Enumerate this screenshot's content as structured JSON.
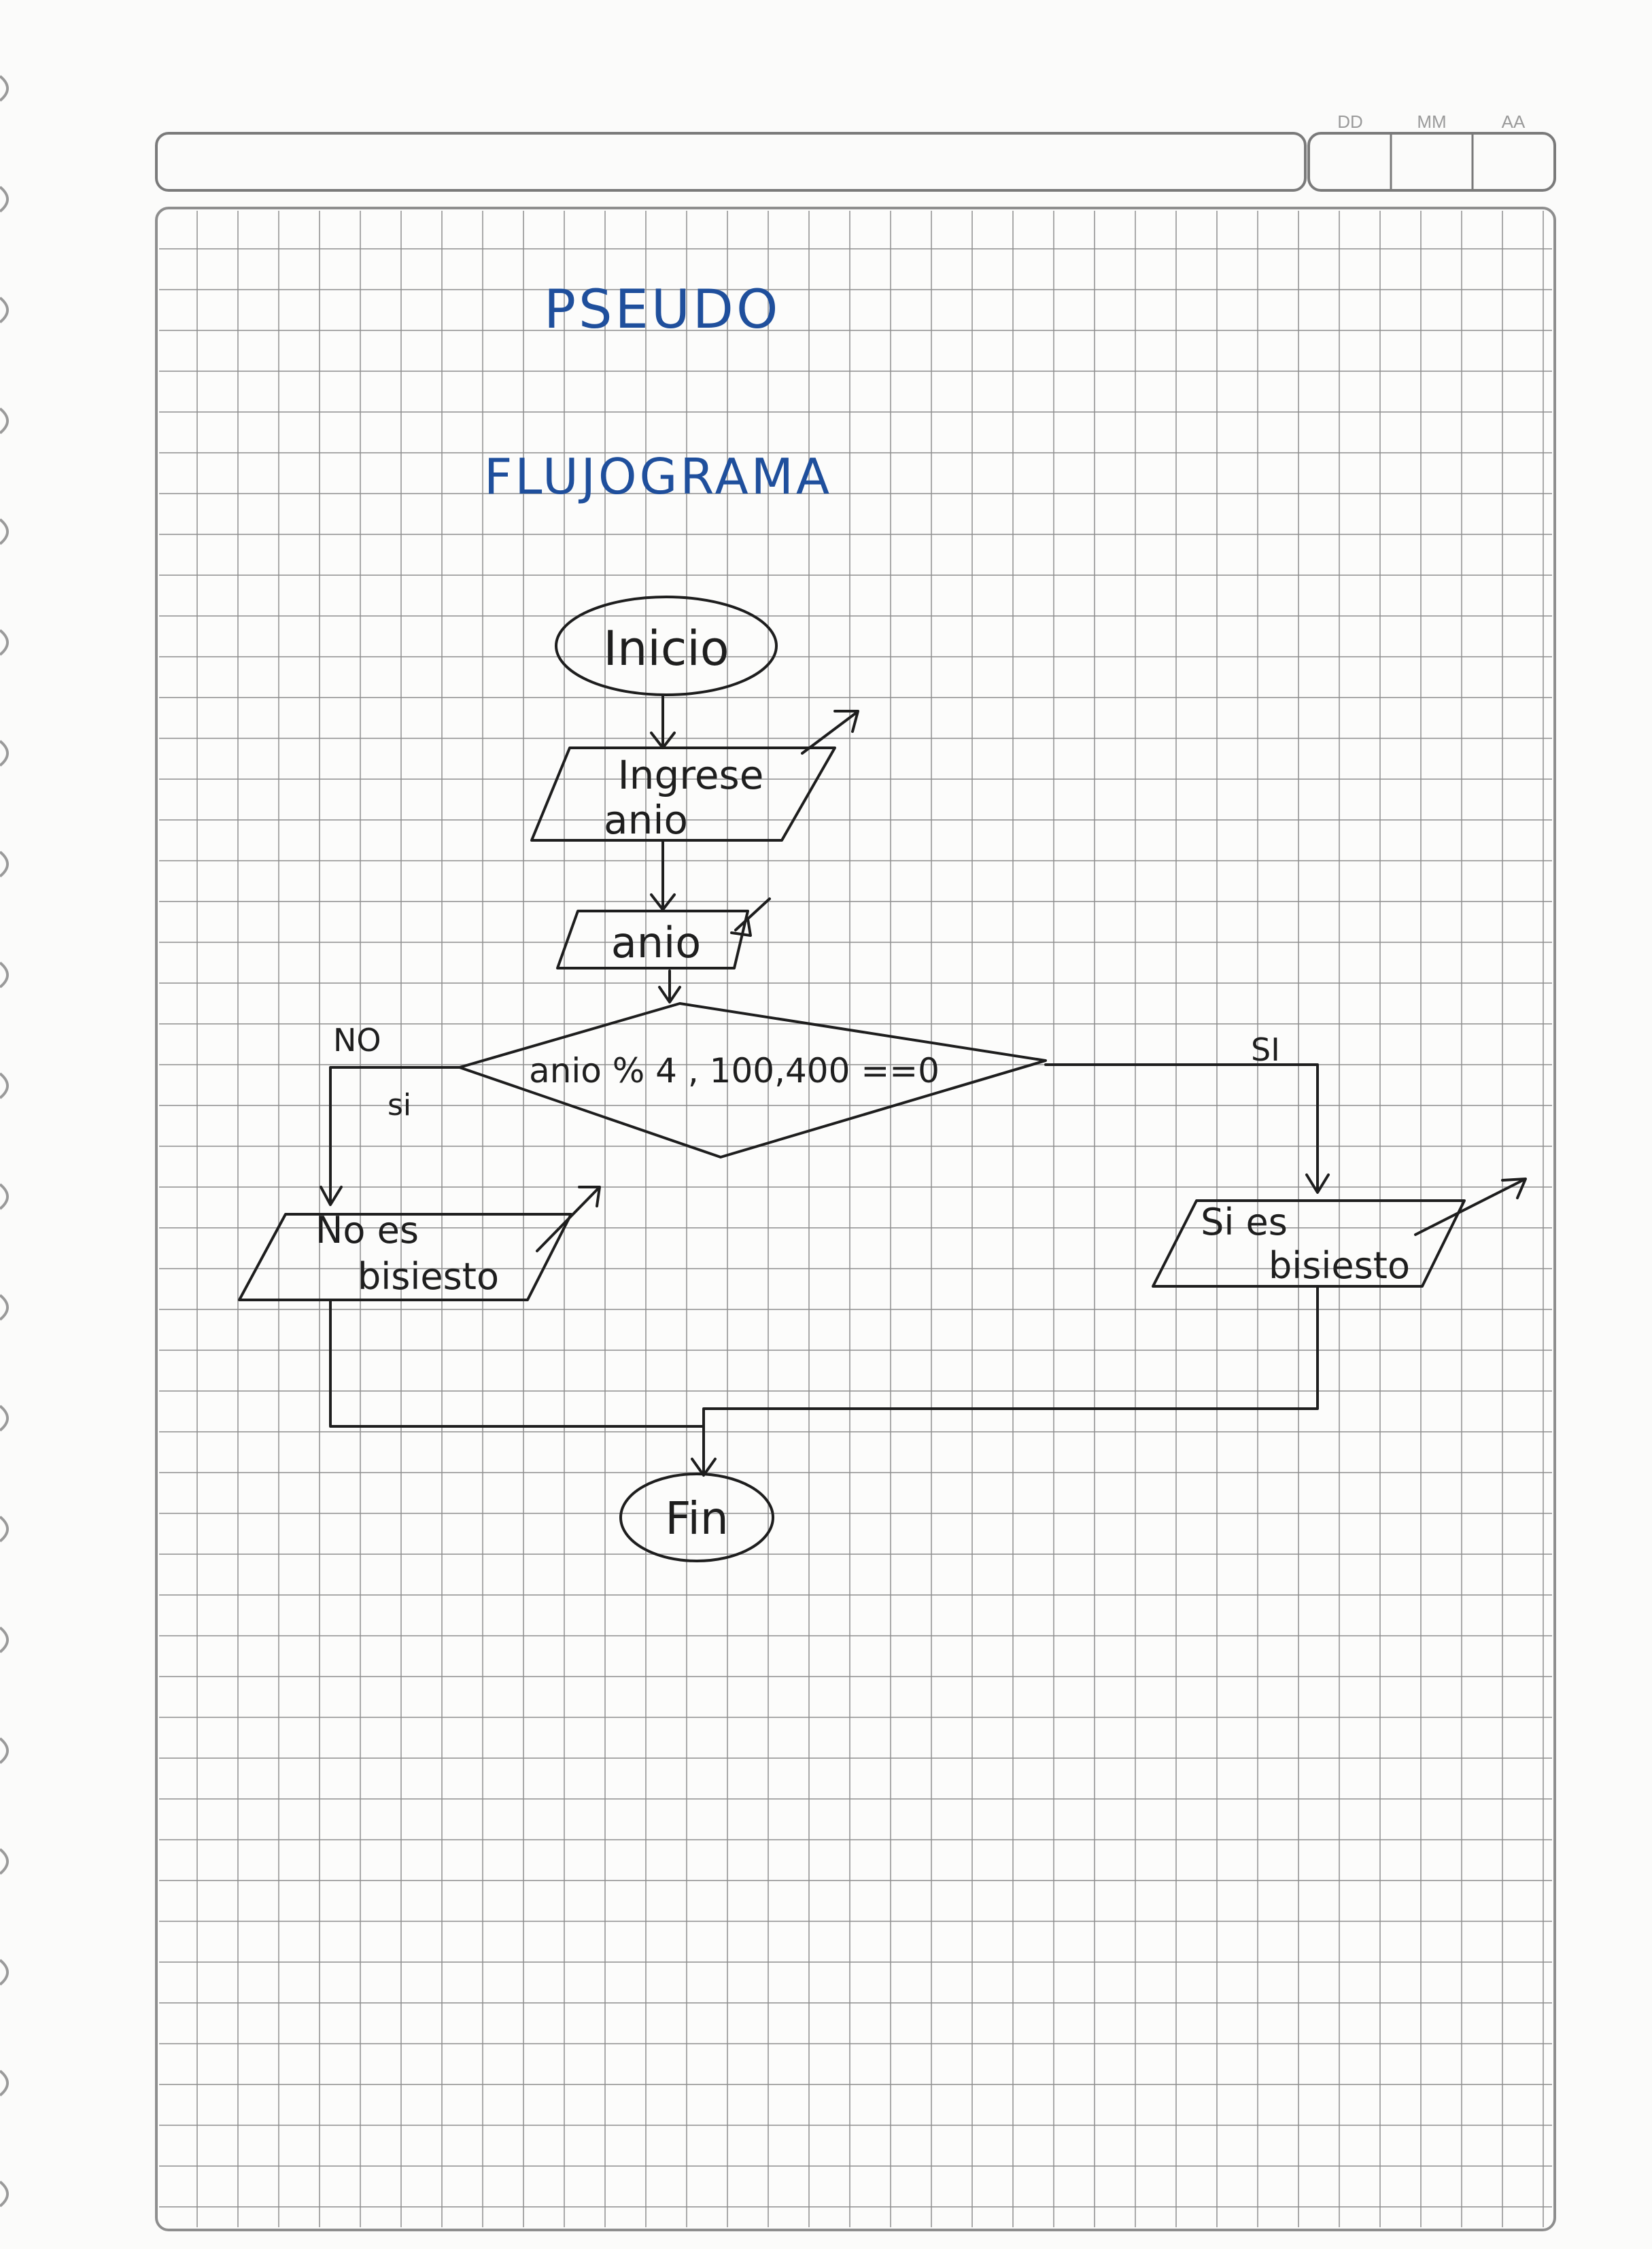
{
  "header": {
    "date_labels": [
      "DD",
      "MM",
      "AA"
    ]
  },
  "notes": {
    "title_pseudo": "PSEUDO",
    "title_flujograma": "FLUJOGRAMA"
  },
  "flowchart": {
    "start_label": "Inicio",
    "input_prompt_line1": "Ingrese",
    "input_prompt_line2": "anio",
    "input_variable": "anio",
    "decision_label": "anio % 4 , 100,400 ==0",
    "branch_no_label": "NO",
    "branch_no_sub_label": "si",
    "branch_yes_label": "SI",
    "output_no_line1": "No es",
    "output_no_line2": "bisiesto",
    "output_yes_line1": "Si es",
    "output_yes_line2": "bisiesto",
    "end_label": "Fin"
  },
  "colors": {
    "grid": "#8e8e8e",
    "ink": "#1e1e1e",
    "title_ink": "#1f4f9c",
    "paper": "#fbfbfa"
  }
}
